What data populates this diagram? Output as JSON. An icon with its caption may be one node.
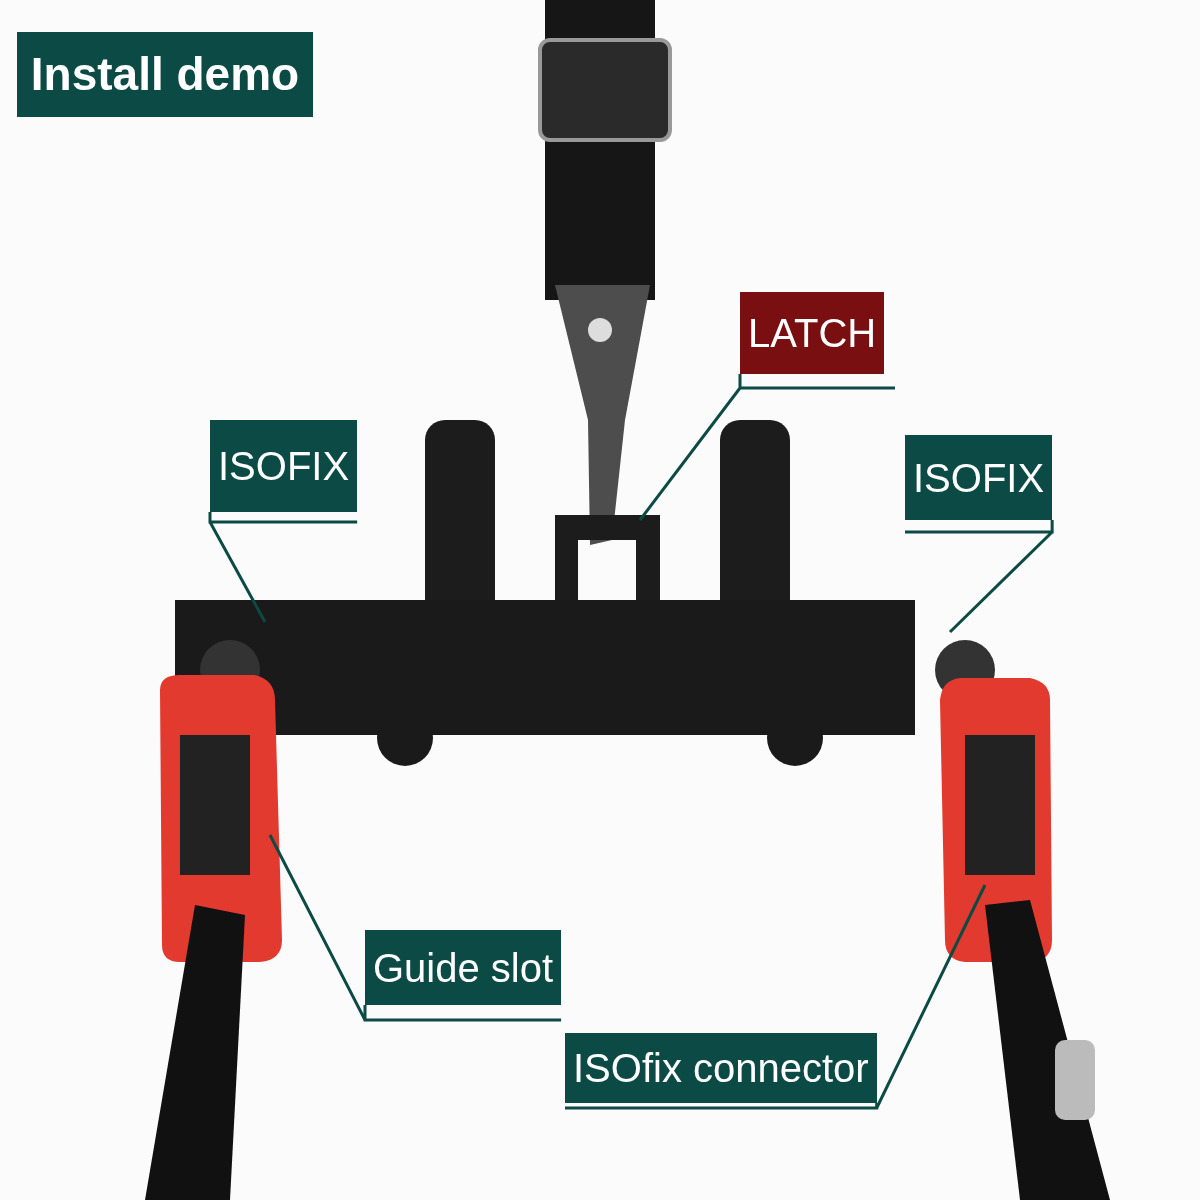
{
  "diagram": {
    "title": "Install demo",
    "nodes": [
      {
        "text": [
          "LATCH"
        ]
      },
      {
        "text": [
          "ISOFIX"
        ]
      },
      {
        "text": [
          "ISOFIX"
        ]
      },
      {
        "text": [
          "Guide slot"
        ]
      },
      {
        "text": [
          "ISOfix connector"
        ]
      }
    ],
    "edges": [
      {
        "from": 0,
        "to": null,
        "arrow": "none"
      },
      {
        "from": 1,
        "to": null,
        "arrow": "none"
      },
      {
        "from": 2,
        "to": null,
        "arrow": "none"
      },
      {
        "from": 3,
        "to": null,
        "arrow": "none"
      },
      {
        "from": 4,
        "to": null,
        "arrow": "none"
      }
    ]
  }
}
